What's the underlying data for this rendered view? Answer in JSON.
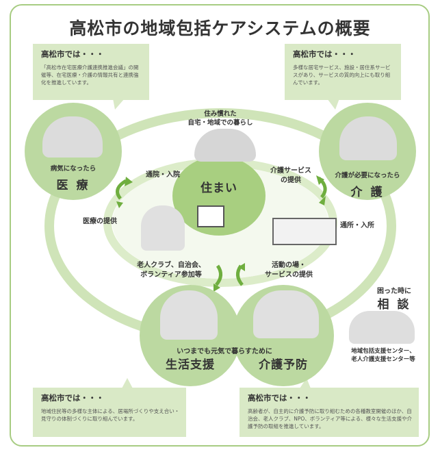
{
  "title": "高松市の地域包括ケアシステムの概要",
  "notes": {
    "top_left": {
      "heading": "高松市では・・・",
      "body": "「高松市在宅医療介護連携推進会議」の開催等、在宅医療・介護の情報共有と連携強化を推進しています。"
    },
    "top_right": {
      "heading": "高松市では・・・",
      "body": "多様な居宅サービス、施設・居住系サービスがあり、サービスの質的向上にも取り組んでいます。"
    },
    "bottom_left": {
      "heading": "高松市では・・・",
      "body": "地域住民等の多様な主体による、居場所づくりや支え合い・見守りの体制づくりに取り組んでいます。"
    },
    "bottom_right": {
      "heading": "高松市では・・・",
      "body": "高齢者が、自主的に介護予防に取り組むための各種教室開催のほか、自治会、老人クラブ、NPO、ボランティア等による、様々な生活支援や介護予防の取組を推進しています。"
    }
  },
  "nodes": {
    "medical": {
      "sub": "病気になったら",
      "main": "医 療"
    },
    "care": {
      "sub": "介護が必要になったら",
      "main": "介 護"
    },
    "housing": {
      "main": "住まい"
    },
    "living_support": {
      "main": "生活支援"
    },
    "prevention": {
      "main": "介護予防"
    }
  },
  "labels": {
    "home_top": [
      "住み慣れた",
      "自宅・地域での暮らし"
    ],
    "hospital": "通院・入院",
    "medical_provision": "医療の提供",
    "care_service": [
      "介護サービス",
      "の提供"
    ],
    "day_care": "通所・入所",
    "clubs": [
      "老人クラブ、自治会、",
      "ボランティア参加等"
    ],
    "activity": [
      "活動の場・",
      "サービスの提供"
    ],
    "lively": "いつまでも元気で暮らすために",
    "consult_sub": "困った時に",
    "consult_main": "相 談",
    "consult_center": [
      "地域包括支援センター、",
      "老人介護支援センター等"
    ]
  },
  "colors": {
    "green_dark": "#8cbf5f",
    "green_mid": "#bcd9a1",
    "green_light": "#d9e9c6",
    "center": "#a8cf80"
  }
}
